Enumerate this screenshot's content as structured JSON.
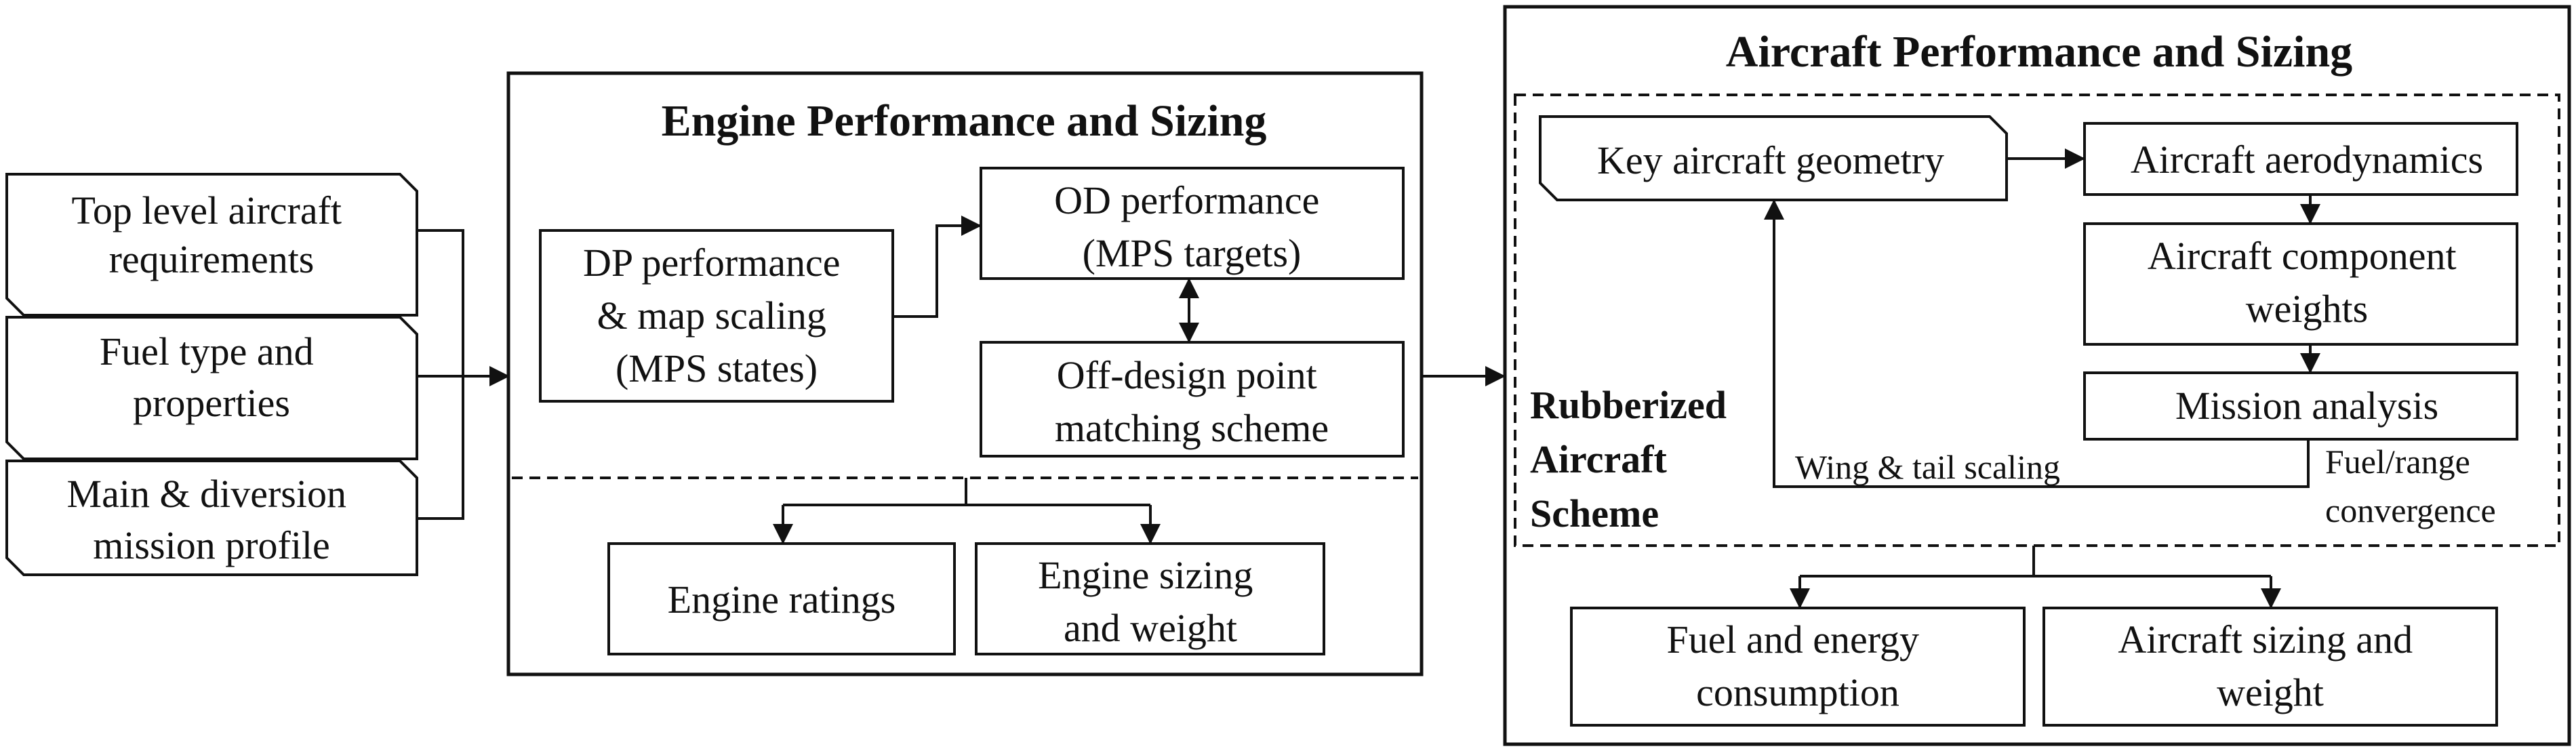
{
  "inputs": [
    {
      "lines": [
        "Top level aircraft",
        "requirements"
      ]
    },
    {
      "lines": [
        "Fuel type and",
        "properties"
      ]
    },
    {
      "lines": [
        "Main & diversion",
        "mission profile"
      ]
    }
  ],
  "engine": {
    "title": "Engine Performance and Sizing",
    "dp": [
      "DP performance",
      "& map scaling",
      "(MPS states)"
    ],
    "od": [
      "OD performance",
      "(MPS targets)"
    ],
    "matching": [
      "Off-design point",
      "matching scheme"
    ],
    "ratings": [
      "Engine ratings"
    ],
    "sizing": [
      "Engine sizing",
      "and weight"
    ]
  },
  "aircraft": {
    "title": "Aircraft Performance and Sizing",
    "geometry": [
      "Key aircraft geometry"
    ],
    "aero": [
      "Aircraft aerodynamics"
    ],
    "weights": [
      "Aircraft component",
      "weights"
    ],
    "mission": [
      "Mission analysis"
    ],
    "scheme": [
      "Rubberized",
      "Aircraft",
      "Scheme"
    ],
    "wing_label": "Wing & tail scaling",
    "fuel_label": [
      "Fuel/range",
      "convergence"
    ],
    "fuel_out": [
      "Fuel and energy",
      "consumption"
    ],
    "sizing_out": [
      "Aircraft sizing and",
      "weight"
    ]
  }
}
